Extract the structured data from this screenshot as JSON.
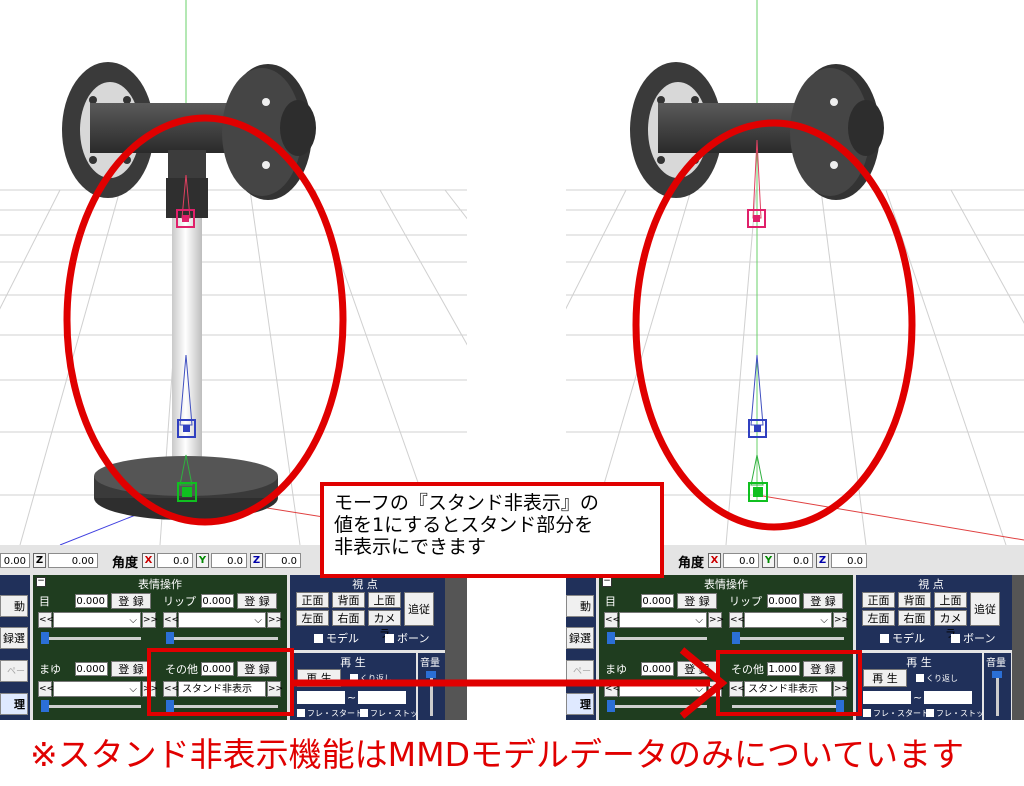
{
  "coord_bar": {
    "pos_x_value": "0.00",
    "z_label": "Z",
    "pos_z_value": "0.00",
    "angle_label": "角度",
    "x_label": "X",
    "y_label": "Y",
    "angle_x_value": "0.0",
    "angle_y_value": "0.0",
    "angle_z_value": "0.0"
  },
  "left_buttons": [
    "動",
    "録選",
    "ペースト",
    "理"
  ],
  "morph_panel": {
    "title": "表情操作",
    "eye_label": "目",
    "eye_value": "0.000",
    "lip_label": "リップ",
    "lip_value": "0.000",
    "brow_label": "まゆ",
    "brow_value": "0.000",
    "other_label": "その他",
    "register_label": "登 録",
    "prev_label": "<<",
    "next_label": ">>",
    "stand_option": "スタンド非表示",
    "left_other_value": "0.000",
    "right_other_value": "1.000",
    "left_other_slider": 0.0,
    "right_other_slider": 1.0
  },
  "view_panel": {
    "title": "視 点",
    "front": "正面",
    "back": "背面",
    "top": "上面",
    "follow": "追従",
    "left": "左面",
    "right": "右面",
    "camera": "カメラ",
    "model_check": "モデル",
    "bone_check": "ボーン"
  },
  "play_panel": {
    "title": "再 生",
    "play_button": "再 生",
    "repeat": "くり返し",
    "range_sep": "~",
    "frame_start": "フレ・スタート",
    "frame_stop": "フレ・ストップ"
  },
  "volume_panel": {
    "title": "音量"
  },
  "callout": {
    "line1": "モーフの『スタンド非表示』の",
    "line2": "値を1にするとスタンド部分を",
    "line3": "非表示にできます"
  },
  "caption": "※スタンド非表示機能はMMDモデルデータのみについています",
  "colors": {
    "annotation_red": "#e00000",
    "morph_panel_bg": "#1f3d1f",
    "panel_bg": "#20305a"
  }
}
